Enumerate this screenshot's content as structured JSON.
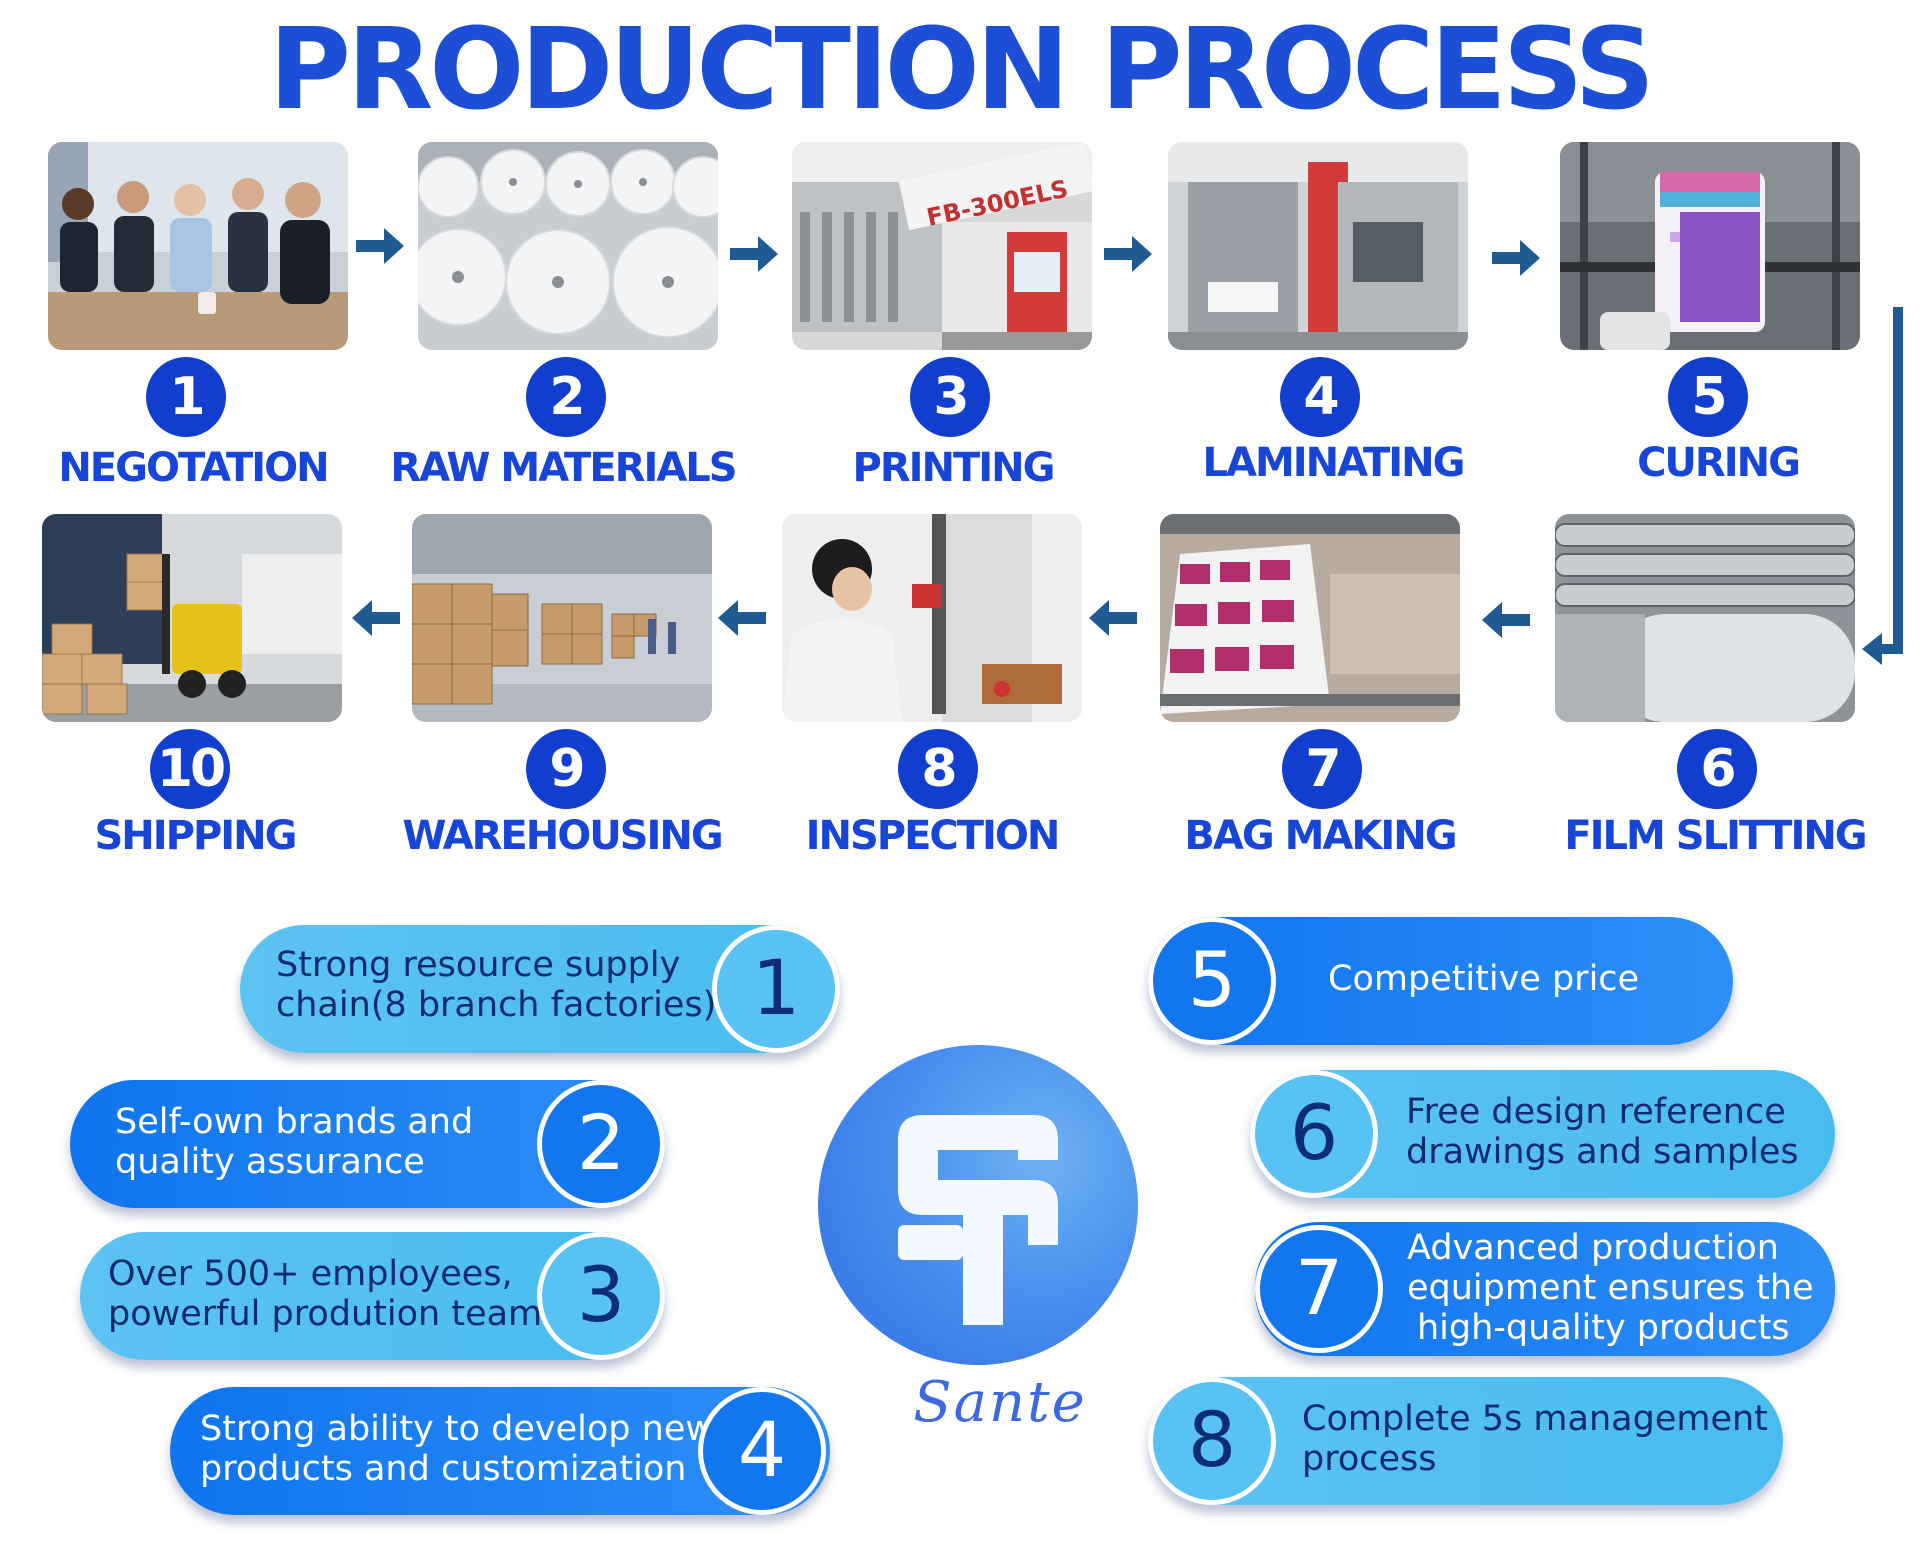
{
  "title": "PRODUCTION PROCESS",
  "steps": [
    {
      "number": "1",
      "label": "NEGOTATION",
      "image": "business meeting photo"
    },
    {
      "number": "2",
      "label": "RAW MATERIALS",
      "image": "film rolls photo"
    },
    {
      "number": "3",
      "label": "PRINTING",
      "image": "printing machine photo"
    },
    {
      "number": "4",
      "label": "LAMINATING",
      "image": "laminating machine photo"
    },
    {
      "number": "5",
      "label": "CURING",
      "image": "printed roll photo"
    },
    {
      "number": "6",
      "label": "FILM SLITTING",
      "image": "slitting rollers photo"
    },
    {
      "number": "7",
      "label": "BAG MAKING",
      "image": "bag making machine photo"
    },
    {
      "number": "8",
      "label": "INSPECTION",
      "image": "lab inspection photo"
    },
    {
      "number": "9",
      "label": "WAREHOUSING",
      "image": "warehouse boxes photo"
    },
    {
      "number": "10",
      "label": "SHIPPING",
      "image": "forklift loading photo"
    }
  ],
  "advantages": [
    {
      "number": "1",
      "lines": [
        "Strong resource supply",
        "chain(8 branch factories)"
      ]
    },
    {
      "number": "2",
      "lines": [
        "Self-own brands and",
        "quality assurance"
      ]
    },
    {
      "number": "3",
      "lines": [
        "Over 500+ employees,",
        "powerful prodution team"
      ]
    },
    {
      "number": "4",
      "lines": [
        "Strong ability to develop new",
        "products and customization"
      ]
    },
    {
      "number": "5",
      "lines": [
        "Competitive price"
      ]
    },
    {
      "number": "6",
      "lines": [
        "Free design reference",
        "drawings and samples"
      ]
    },
    {
      "number": "7",
      "lines": [
        "Advanced production",
        "equipment ensures the",
        "high-quality products"
      ]
    },
    {
      "number": "8",
      "lines": [
        "Complete 5s management",
        "process"
      ]
    }
  ],
  "logo": {
    "text": "Sante",
    "icon": "sante-sp-logo"
  },
  "colors": {
    "title": "#1d4fd6",
    "step_circle": "#123ed0",
    "arrow": "#1f5a93",
    "pill_light": "#5cc3f2",
    "pill_dark": "#1277ef"
  }
}
